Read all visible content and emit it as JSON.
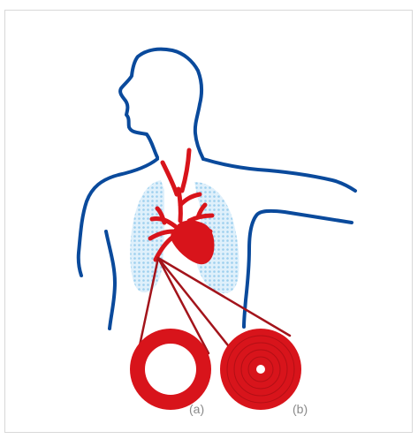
{
  "figure": {
    "labels": {
      "a": "(a)",
      "b": "(b)"
    }
  },
  "colors": {
    "body_outline": "#0a4a9c",
    "lungs": "#bfe0f4",
    "heart_vessels": "#d8141b",
    "pointer_lines": "#a3141b",
    "label_text": "#8a8a8a",
    "frame_border": "#d8d8d8"
  },
  "icons": {
    "figure": "human-torso-with-heart-and-lungs",
    "cross_section_a": "healthy-artery-cross-section",
    "cross_section_b": "narrowed-artery-cross-section"
  }
}
